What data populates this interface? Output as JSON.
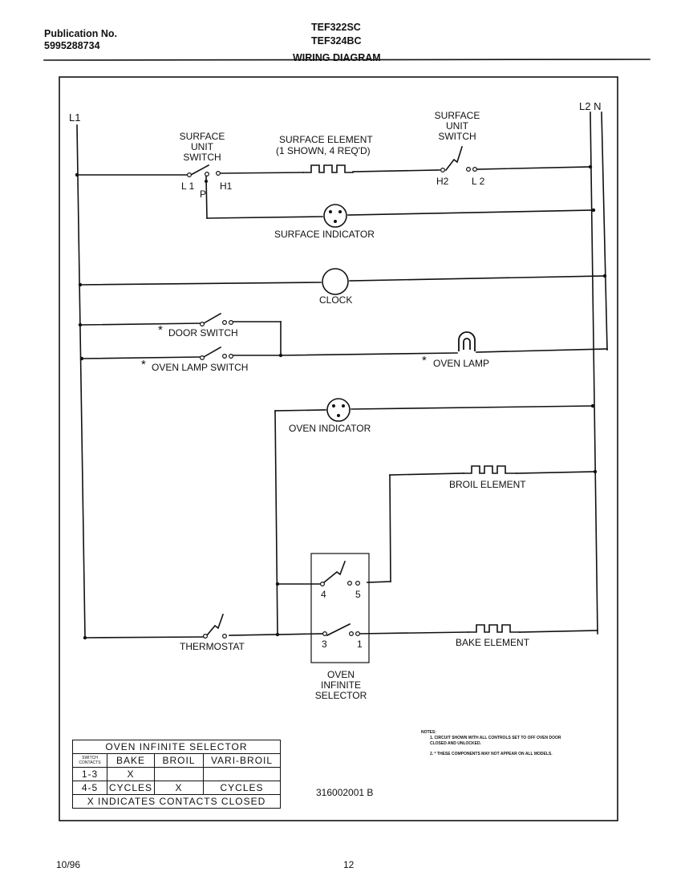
{
  "header": {
    "publication_label": "Publication No.",
    "publication_number": "5995288734",
    "model_1": "TEF322SC",
    "model_2": "TEF324BC",
    "title": "WIRING DIAGRAM"
  },
  "terminals": {
    "l1": "L1",
    "l2_n": "L2 N"
  },
  "components": {
    "surface_unit_switch_left": "SURFACE\nUNIT\nSWITCH",
    "surface_unit_switch_right": "SURFACE\nUNIT\nSWITCH",
    "surface_element": "SURFACE ELEMENT",
    "surface_element_note": "(1 SHOWN, 4 REQ'D)",
    "surface_indicator": "SURFACE INDICATOR",
    "clock": "CLOCK",
    "door_switch": "DOOR SWITCH",
    "oven_lamp_switch": "OVEN LAMP SWITCH",
    "oven_lamp": "OVEN LAMP",
    "oven_indicator": "OVEN INDICATOR",
    "broil_element": "BROIL ELEMENT",
    "bake_element": "BAKE ELEMENT",
    "thermostat": "THERMOSTAT",
    "oven_infinite_selector": "OVEN\nINFINITE\nSELECTOR"
  },
  "pins": {
    "l1": "L 1",
    "p": "P",
    "h1": "H1",
    "h2": "H2",
    "l2": "L 2",
    "pin4": "4",
    "pin5": "5",
    "pin3": "3",
    "pin1": "1"
  },
  "asterisk": "*",
  "table": {
    "title": "OVEN INFINITE SELECTOR",
    "corner": "SWITCH CONTACTS",
    "columns": [
      "BAKE",
      "BROIL",
      "VARI-BROIL"
    ],
    "rows": [
      {
        "contacts": "1-3",
        "bake": "X",
        "broil": "",
        "vari_broil": ""
      },
      {
        "contacts": "4-5",
        "bake": "CYCLES",
        "broil": "X",
        "vari_broil": "CYCLES"
      }
    ],
    "footer": "X INDICATES CONTACTS CLOSED"
  },
  "notes": {
    "heading": "NOTES:",
    "note_1": "1. CIRCUIT SHOWN WITH ALL CONTROLS SET TO OFF OVEN DOOR CLOSED AND UNLOCKED.",
    "note_2": "2. * THESE COMPONENTS MAY NOT APPEAR ON ALL MODELS."
  },
  "part_number": "316002001 B",
  "footer": {
    "date": "10/96",
    "page": "12"
  }
}
